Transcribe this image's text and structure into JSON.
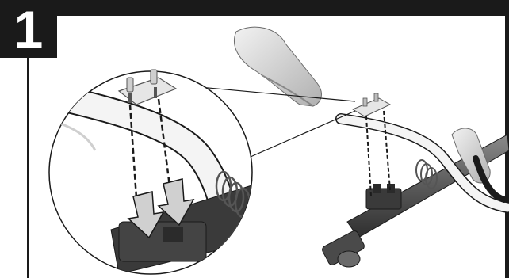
{
  "step": {
    "number": "1"
  },
  "colors": {
    "ink": "#1a1a1a",
    "part_light": "#e6e6e6",
    "part_mid": "#bdbdbd",
    "part_dark": "#555555",
    "arrow_fill": "#d0d0d0",
    "background": "#ffffff"
  },
  "illustration": {
    "subject": "trimmer-handle-attachment",
    "arrows_down": 2,
    "detail_callout": true
  }
}
